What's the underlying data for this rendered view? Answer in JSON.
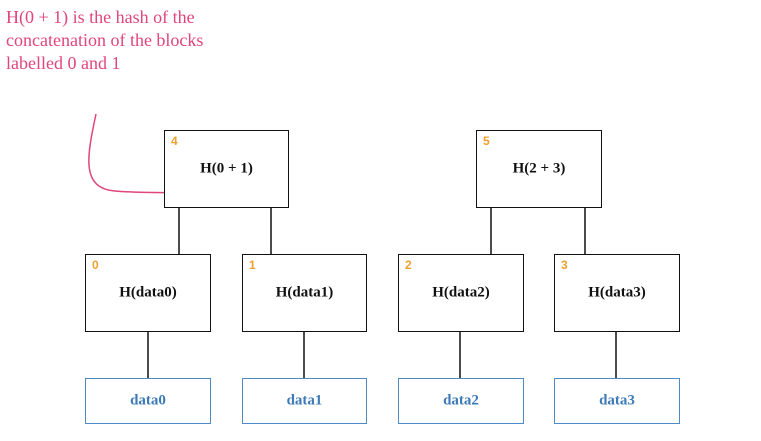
{
  "annotation": {
    "text": "H(0 + 1) is the hash of the concatenation of the blocks labelled 0 and 1",
    "color": "#e0457b"
  },
  "nodes": {
    "n4": {
      "index": "4",
      "label": "H(0 + 1)"
    },
    "n5": {
      "index": "5",
      "label": "H(2 + 3)"
    },
    "n0": {
      "index": "0",
      "label": "H(data0)"
    },
    "n1": {
      "index": "1",
      "label": "H(data1)"
    },
    "n2": {
      "index": "2",
      "label": "H(data2)"
    },
    "n3": {
      "index": "3",
      "label": "H(data3)"
    }
  },
  "data_blocks": {
    "d0": {
      "label": "data0"
    },
    "d1": {
      "label": "data1"
    },
    "d2": {
      "label": "data2"
    },
    "d3": {
      "label": "data3"
    }
  },
  "colors": {
    "index": "#f0a030",
    "data_border": "#4e8bc4",
    "data_text": "#3c7ab8",
    "box_border": "#111111"
  }
}
